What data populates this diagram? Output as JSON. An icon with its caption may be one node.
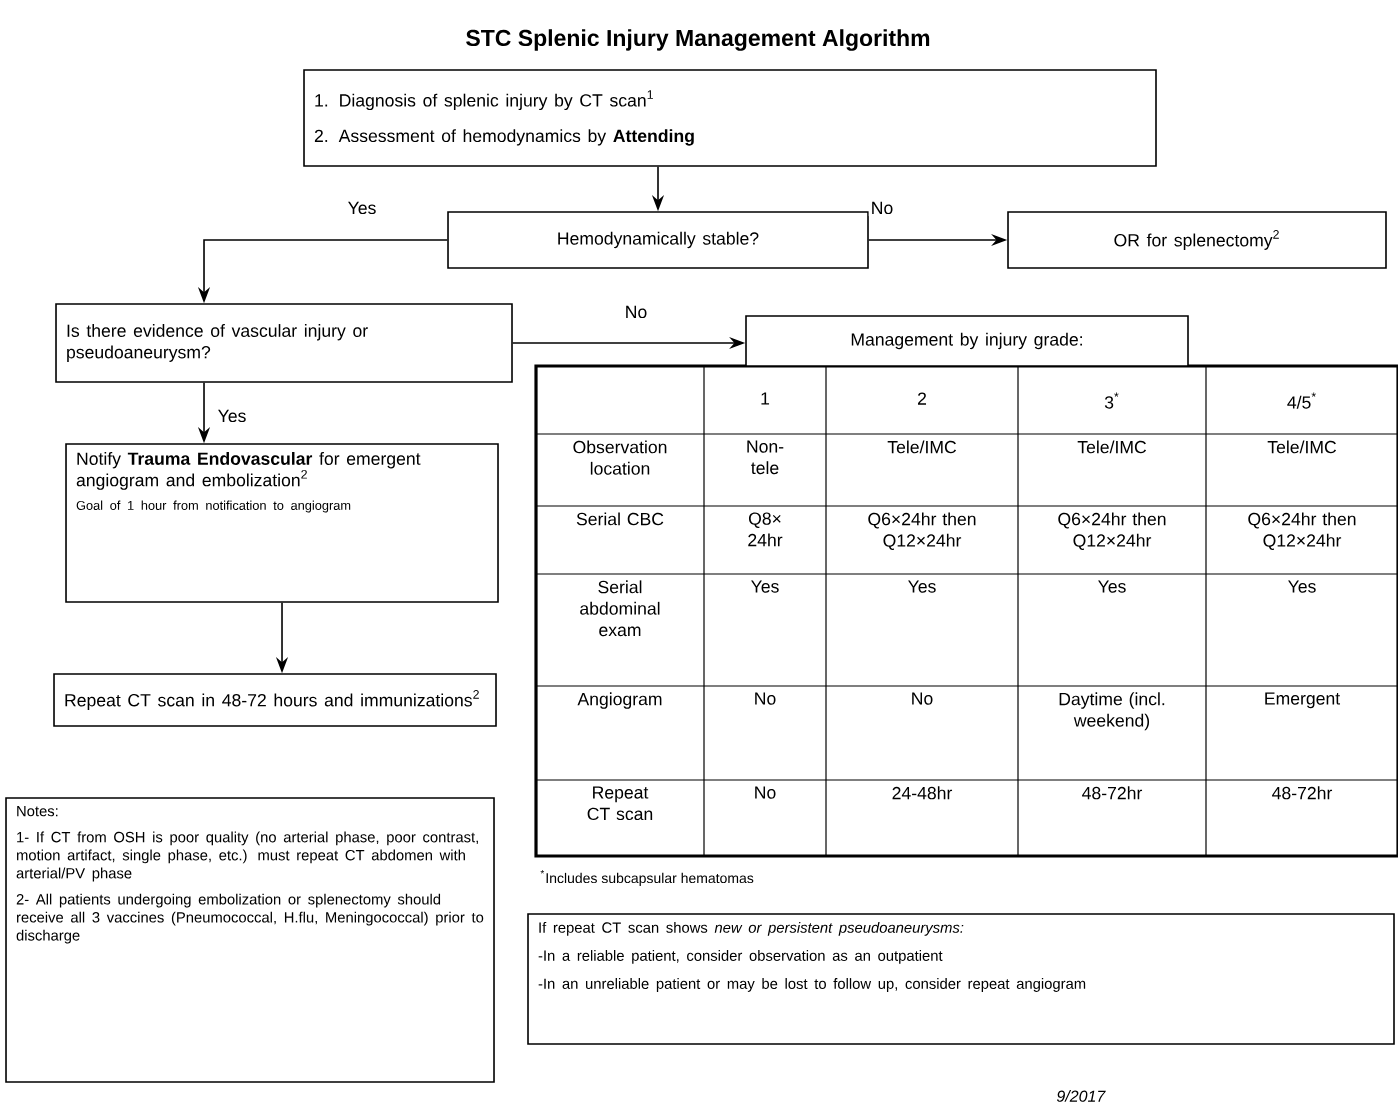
{
  "diagram": {
    "title": "STC Splenic Injury Management Algorithm",
    "nodes": [
      {
        "text": [
          "1. Diagnosis of splenic injury by CT scan$^{1}$",
          "2. Assessment of hemodynamics by **Attending**"
        ]
      },
      {
        "text": [
          "Hemodynamically stable?"
        ]
      },
      {
        "text": [
          "OR for splenectomy$^{2}$"
        ]
      },
      {
        "text": [
          "Is there evidence of vascular injury or pseudoaneurysm?"
        ]
      },
      {
        "text": [
          "Management by injury grade:"
        ]
      },
      {
        "text": [
          "Notify **Trauma Endovascular** for emergent angiogram and embolization$^{2}$",
          "Goal of 1 hour from notification to angiogram"
        ]
      },
      {
        "text": [
          "Repeat CT scan in 48-72 hours and immunizations$^{2}$"
        ]
      },
      {
        "text": [
          "Notes:",
          "1- If CT from OSH is poor quality (no arterial phase, poor contrast, motion artifact, single phase, etc.) must repeat CT abdomen with arterial/PV phase",
          "2- All patients undergoing embolization or splenectomy should receive all 3 vaccines (Pneumococcal, H.flu, Meningococcal) prior to discharge"
        ]
      },
      {
        "text": [
          "If repeat CT scan shows *new or persistent pseudoaneurysms:*",
          "-In a reliable patient, consider observation as an outpatient",
          "-In an unreliable patient or may be lost to follow up, consider repeat angiogram"
        ]
      }
    ],
    "edges": [
      {
        "from": 0,
        "to": 1,
        "arrow": "to"
      },
      {
        "from": 1,
        "to": 3,
        "arrow": "to",
        "label": "Yes"
      },
      {
        "from": 1,
        "to": 2,
        "arrow": "to",
        "label": "No"
      },
      {
        "from": 3,
        "to": 4,
        "arrow": "to",
        "label": "No"
      },
      {
        "from": 3,
        "to": 5,
        "arrow": "to",
        "label": "Yes"
      },
      {
        "from": 5,
        "to": 6,
        "arrow": "to"
      }
    ],
    "labels": [
      "1",
      "2",
      "3$^{*}$",
      "4/5$^{*}$",
      "Observation location",
      "Non-tele",
      "Tele/IMC",
      "Tele/IMC",
      "Tele/IMC",
      "Serial CBC",
      "Q8× 24hr",
      "Q6×24hr then Q12×24hr",
      "Q6×24hr then Q12×24hr",
      "Q6×24hr then Q12×24hr",
      "Serial abdominal exam",
      "Yes",
      "Yes",
      "Yes",
      "Yes",
      "Angiogram",
      "No",
      "No",
      "Daytime (incl. weekend)",
      "Emergent",
      "Repeat CT scan",
      "No",
      "24-48hr",
      "48-72hr",
      "48-72hr",
      "$^{*}$Includes subcapsular hematomas",
      "9/2017"
    ]
  }
}
